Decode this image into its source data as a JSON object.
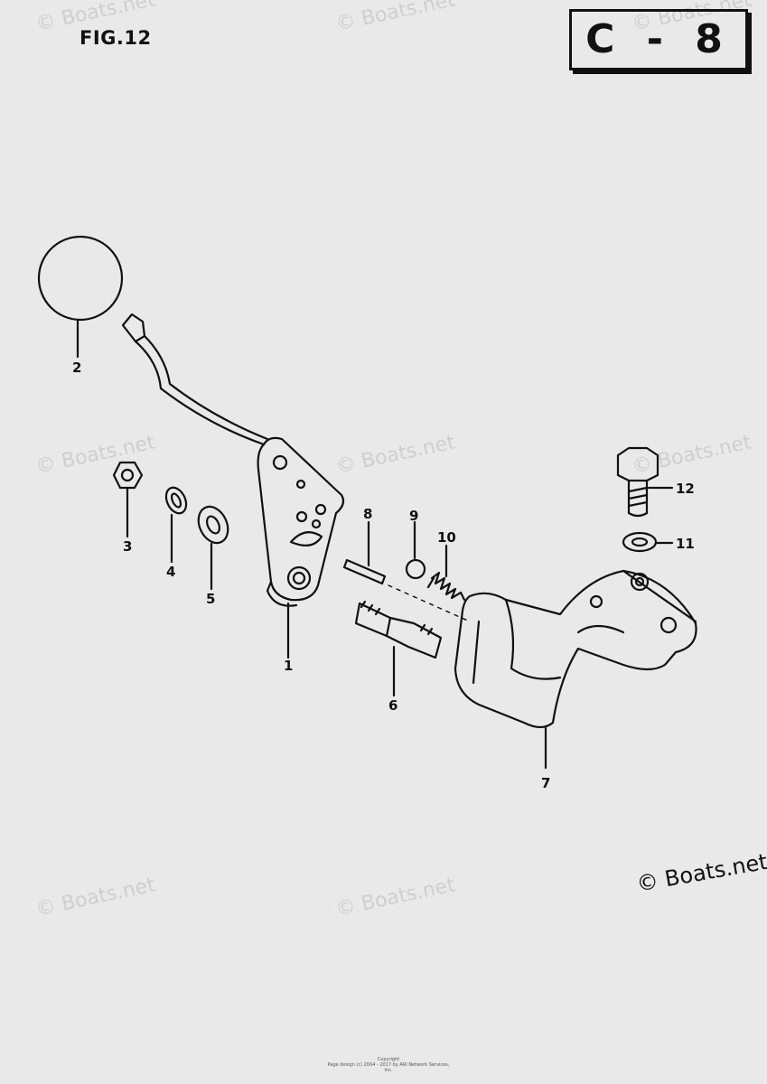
{
  "figure": {
    "title": "FIG.12",
    "code": "C - 8"
  },
  "callouts": [
    "1",
    "2",
    "3",
    "4",
    "5",
    "6",
    "7",
    "8",
    "9",
    "10",
    "11",
    "12"
  ],
  "watermark": "© Boats.net",
  "copyright_logo": "© Boats.net",
  "footer": {
    "line1": "Copyright",
    "line2": "Page design (c) 2004 - 2017 by ARI Network Services, Inc."
  }
}
